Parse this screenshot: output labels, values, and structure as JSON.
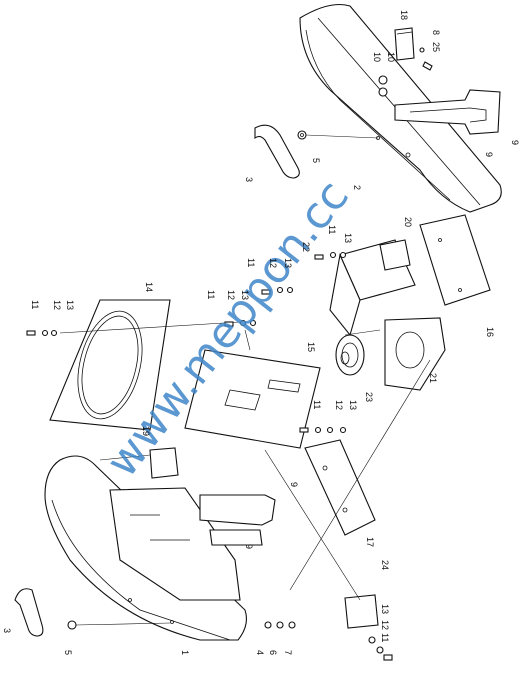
{
  "watermark": "www.meppon.cc",
  "colors": {
    "watermark": "#3f86c8",
    "line": "#111111",
    "background": "#ffffff"
  },
  "labels": [
    {
      "id": "c1",
      "text": "18"
    },
    {
      "id": "c2",
      "text": "8"
    },
    {
      "id": "c3",
      "text": "25"
    },
    {
      "id": "c4",
      "text": "10"
    },
    {
      "id": "c5",
      "text": "10"
    },
    {
      "id": "c6",
      "text": "9"
    },
    {
      "id": "c7",
      "text": "9"
    },
    {
      "id": "c8",
      "text": "5"
    },
    {
      "id": "c9",
      "text": "3"
    },
    {
      "id": "c10",
      "text": "2"
    },
    {
      "id": "c11",
      "text": "20"
    },
    {
      "id": "c12",
      "text": "22"
    },
    {
      "id": "c13",
      "text": "11"
    },
    {
      "id": "c14",
      "text": "13"
    },
    {
      "id": "c15",
      "text": "16"
    },
    {
      "id": "c16",
      "text": "11"
    },
    {
      "id": "c17",
      "text": "12"
    },
    {
      "id": "c18",
      "text": "13"
    },
    {
      "id": "c19",
      "text": "14"
    },
    {
      "id": "c20",
      "text": "11"
    },
    {
      "id": "c21",
      "text": "12"
    },
    {
      "id": "c22",
      "text": "13"
    },
    {
      "id": "c23",
      "text": "11"
    },
    {
      "id": "c24",
      "text": "12"
    },
    {
      "id": "c25",
      "text": "13"
    },
    {
      "id": "c26",
      "text": "15"
    },
    {
      "id": "c27",
      "text": "21"
    },
    {
      "id": "c28",
      "text": "23"
    },
    {
      "id": "c29",
      "text": "11"
    },
    {
      "id": "c30",
      "text": "12"
    },
    {
      "id": "c31",
      "text": "13"
    },
    {
      "id": "c32",
      "text": "19"
    },
    {
      "id": "c33",
      "text": "9"
    },
    {
      "id": "c34",
      "text": "9"
    },
    {
      "id": "c35",
      "text": "17"
    },
    {
      "id": "c36",
      "text": "24"
    },
    {
      "id": "c37",
      "text": "13"
    },
    {
      "id": "c38",
      "text": "12"
    },
    {
      "id": "c39",
      "text": "11"
    },
    {
      "id": "c40",
      "text": "3"
    },
    {
      "id": "c41",
      "text": "5"
    },
    {
      "id": "c42",
      "text": "1"
    },
    {
      "id": "c43",
      "text": "4"
    },
    {
      "id": "c44",
      "text": "6"
    },
    {
      "id": "c45",
      "text": "7"
    }
  ]
}
